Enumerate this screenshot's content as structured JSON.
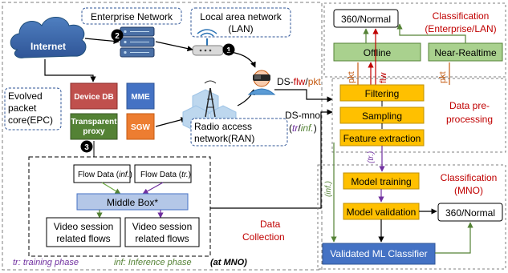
{
  "internet": "Internet",
  "enterprise_network": "Enterprise Network",
  "lan": {
    "line1": "Local area network",
    "line2": "(LAN)"
  },
  "epc": {
    "line1": "Evolved",
    "line2": "packet",
    "line3": "core(EPC)"
  },
  "epc_boxes": {
    "device_db": "Device DB",
    "mme": "MME",
    "proxy_line1": "Transparent",
    "proxy_line2": "proxy",
    "sgw": "SGW"
  },
  "ran": {
    "line1": "Radio access",
    "line2": "network(RAN)"
  },
  "markers": {
    "m1": "1",
    "m2": "2",
    "m3": "3"
  },
  "collection": {
    "flow_inf_pre": "Flow Data (",
    "flow_inf_em": "inf.",
    "flow_inf_post": ")",
    "flow_tr_pre": "Flow Data (",
    "flow_tr_em": "tr.",
    "flow_tr_post": ")",
    "middle_box": "Middle Box*",
    "video1_line1": "Video session",
    "video1_line2": "related flows",
    "video2_line1": "Video session",
    "video2_line2": "related flows",
    "label_line1": "Data",
    "label_line2": "Collection"
  },
  "legend": {
    "tr": "tr: training phase",
    "inf": "inf: Inference phase",
    "mno": "(at MNO)"
  },
  "links": {
    "ds_prefix": "DS-",
    "ds_flw": "flw",
    "ds_slash": "/",
    "ds_pkt": "pkt",
    "ds_mno": "DS-mno",
    "tr_inf_open": "(",
    "tr_inf_tr": "tr",
    "tr_inf_slash": "/",
    "tr_inf_inf": "inf.",
    "tr_inf_close": ")",
    "pkt_left": "pkt",
    "flw_mid": "flw",
    "pkt_right": "pkt",
    "tr_side": "(tr.)",
    "inf_side": "(inf.)"
  },
  "classification_ent": {
    "normal": "360/Normal",
    "offline": "Offline",
    "nearrt": "Near-Realtime",
    "title_line1": "Classification",
    "title_line2": "(Enterprise/LAN)"
  },
  "preprocessing": {
    "filtering": "Filtering",
    "sampling": "Sampling",
    "feature": "Feature extraction",
    "title_line1": "Data pre-",
    "title_line2": "processing"
  },
  "classification_mno": {
    "training": "Model training",
    "validation": "Model validation",
    "normal": "360/Normal",
    "validated": "Validated ML Classifier",
    "title_line1": "Classification",
    "title_line2": "(MNO)"
  },
  "colors": {
    "green_fill": "#a9d18e",
    "orange_fill": "#ffc000",
    "orange_light": "#fde49a",
    "red_accent": "#c00000",
    "blue_dark": "#1f4e79",
    "blue_box": "#4472c4",
    "purple": "#7030a0",
    "green_line": "#70ad47",
    "brown_line": "#c55a11",
    "epc_red": "#c0504d",
    "epc_green": "#548235",
    "epc_orange": "#ed7d31",
    "middle_box_fill": "#b4c7e7"
  }
}
